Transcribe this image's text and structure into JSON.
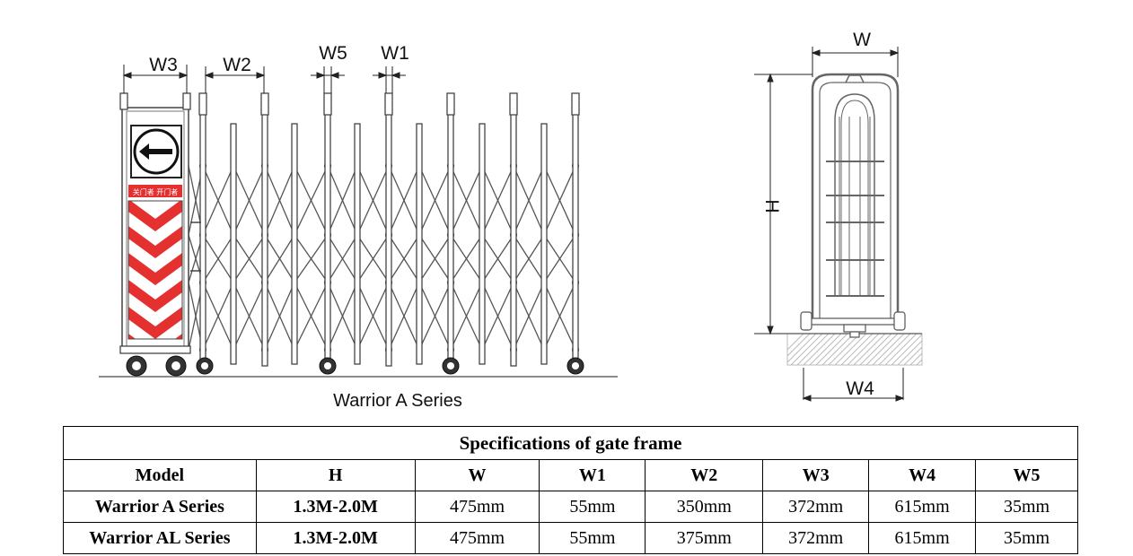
{
  "front_view": {
    "dimension_labels": {
      "w3": "W3",
      "w2": "W2",
      "w5": "W5",
      "w1": "W1"
    },
    "caption": "Warrior A Series",
    "sign_text": "关门者 开门者",
    "colors": {
      "stripe": "#e53030",
      "line": "#444444"
    }
  },
  "side_view": {
    "dimension_labels": {
      "w": "W",
      "h": "H",
      "w4": "W4"
    }
  },
  "spec_table": {
    "title": "Specifications of gate frame",
    "headers": [
      "Model",
      "H",
      "W",
      "W1",
      "W2",
      "W3",
      "W4",
      "W5"
    ],
    "rows": [
      {
        "model": "Warrior A Series",
        "h": "1.3M-2.0M",
        "w": "475mm",
        "w1": "55mm",
        "w2": "350mm",
        "w3": "372mm",
        "w4": "615mm",
        "w5": "35mm"
      },
      {
        "model": "Warrior AL Series",
        "h": "1.3M-2.0M",
        "w": "475mm",
        "w1": "55mm",
        "w2": "375mm",
        "w3": "372mm",
        "w4": "615mm",
        "w5": "35mm"
      }
    ]
  }
}
